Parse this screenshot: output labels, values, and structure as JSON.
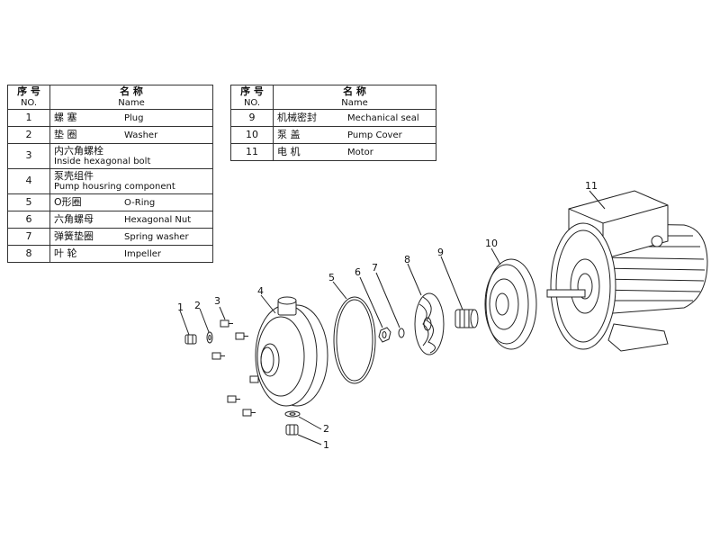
{
  "header": {
    "no_zh": "序 号",
    "no_en": "NO.",
    "name_zh": "名 称",
    "name_en": "Name"
  },
  "parts_left": [
    {
      "no": "1",
      "zh": "螺 塞",
      "en": "Plug"
    },
    {
      "no": "2",
      "zh": "垫 圈",
      "en": "Washer"
    },
    {
      "no": "3",
      "zh": "内六角螺栓",
      "en": "Inside hexagonal bolt"
    },
    {
      "no": "4",
      "zh": "泵壳组件",
      "en": "Pump housring component"
    },
    {
      "no": "5",
      "zh": "O形圈",
      "en": "O-Ring"
    },
    {
      "no": "6",
      "zh": "六角螺母",
      "en": "Hexagonal Nut"
    },
    {
      "no": "7",
      "zh": "弹簧垫圈",
      "en": "Spring washer"
    },
    {
      "no": "8",
      "zh": "叶 轮",
      "en": "Impeller"
    }
  ],
  "parts_right": [
    {
      "no": "9",
      "zh": "机械密封",
      "en": "Mechanical seal"
    },
    {
      "no": "10",
      "zh": "泵 盖",
      "en": "Pump Cover"
    },
    {
      "no": "11",
      "zh": "电 机",
      "en": "Motor"
    }
  ],
  "callouts": {
    "c1_top": "1",
    "c2_top": "2",
    "c3": "3",
    "c4": "4",
    "c5": "5",
    "c6": "6",
    "c7": "7",
    "c8": "8",
    "c9": "9",
    "c10": "10",
    "c11": "11",
    "c2_bottom": "2",
    "c1_bottom": "1"
  }
}
